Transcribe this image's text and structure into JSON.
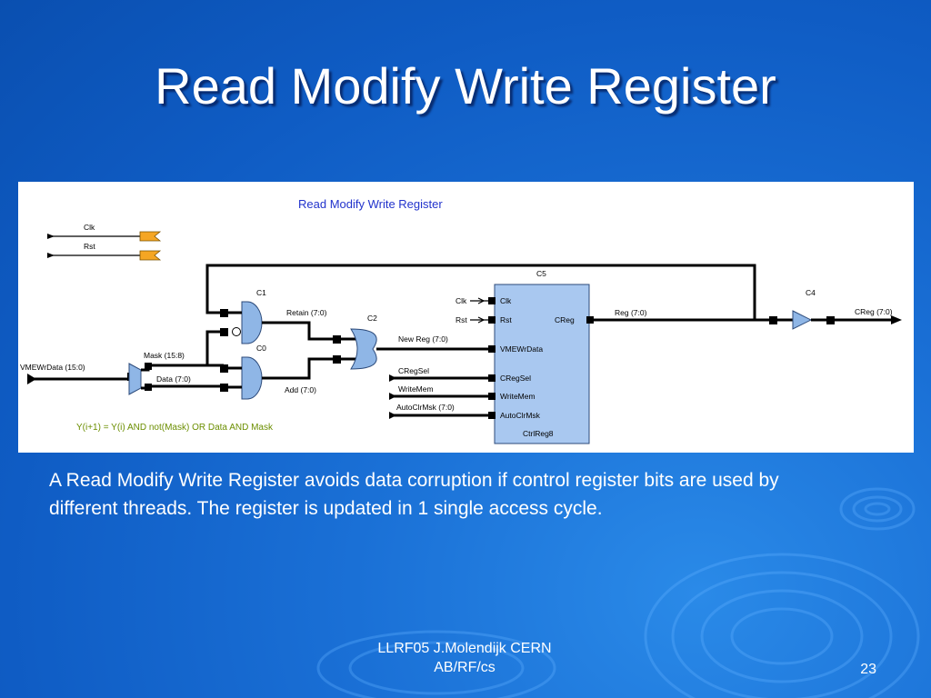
{
  "slide": {
    "title": "Read Modify Write Register",
    "description": "A Read Modify Write Register avoids data corruption if control register bits are used by different threads. The register is updated in 1 single access cycle.",
    "footer_line1": "LLRF05 J.Molendijk CERN",
    "footer_line2": "AB/RF/cs",
    "page_number": "23"
  },
  "diagram": {
    "title": "Read Modify Write Register",
    "inputs": {
      "clk": "Clk",
      "rst": "Rst",
      "vme": "VMEWrData (15:0)"
    },
    "signals": {
      "mask": "Mask (15:8)",
      "data": "Data (7:0)",
      "retain": "Retain (7:0)",
      "add": "Add (7:0)",
      "new_reg": "New Reg (7:0)",
      "cregsel": "CRegSel",
      "writemem": "WriteMem",
      "autoclrmsk": "AutoClrMsk (7:0)",
      "reg": "Reg (7:0)",
      "creg_out": "CReg (7:0)"
    },
    "components": {
      "c1": "C1",
      "c0": "C0",
      "c2": "C2",
      "c5": "C5",
      "c4": "C4"
    },
    "block": {
      "name": "CtrlReg8",
      "port_clk": "Clk",
      "port_rst": "Rst",
      "port_vme": "VMEWrData",
      "port_cregsel": "CRegSel",
      "port_writemem": "WriteMem",
      "port_autoclrmsk": "AutoClrMsk",
      "port_creg": "CReg"
    },
    "block_inputs": {
      "clk": "Clk",
      "rst": "Rst"
    },
    "equation": "Y(i+1) = Y(i) AND not(Mask) OR Data AND Mask"
  },
  "colors": {
    "background": "#1466cc",
    "gate_fill": "#8fb6e6",
    "block_fill": "#a9c8f0",
    "accent_title": "#2233cc",
    "equation": "#6b8e00",
    "port_orange": "#f5a623"
  }
}
